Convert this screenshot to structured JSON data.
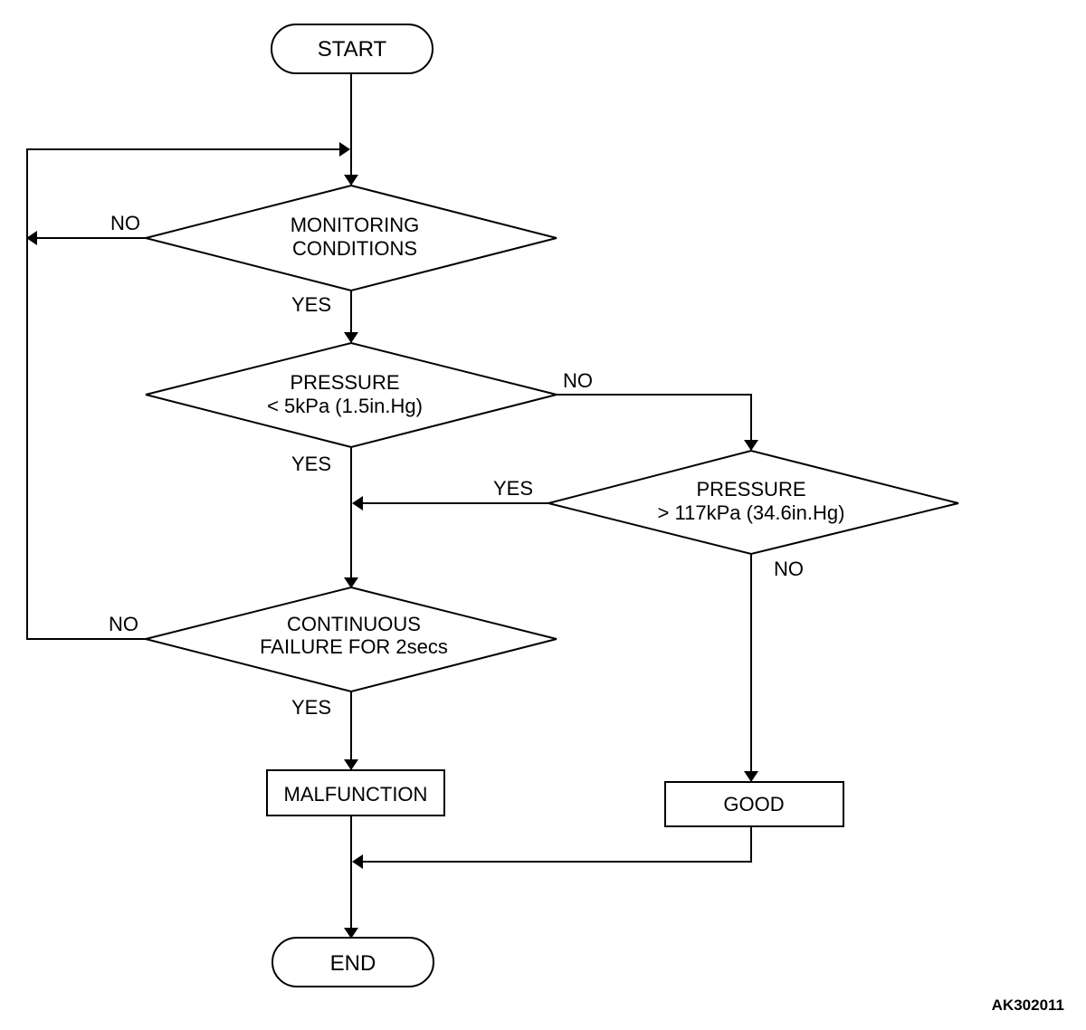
{
  "nodes": {
    "start": "START",
    "monitoring": [
      "MONITORING",
      "CONDITIONS"
    ],
    "pressure_low": [
      "PRESSURE",
      "< 5kPa (1.5in.Hg)"
    ],
    "pressure_high": [
      "PRESSURE",
      "> 117kPa (34.6in.Hg)"
    ],
    "continuous": [
      "CONTINUOUS",
      "FAILURE FOR 2secs"
    ],
    "malfunction": "MALFUNCTION",
    "good": "GOOD",
    "end": "END"
  },
  "labels": {
    "no_monitoring": "NO",
    "yes_monitoring": "YES",
    "no_pressure_low": "NO",
    "yes_pressure_low": "YES",
    "yes_pressure_high": "YES",
    "no_pressure_high": "NO",
    "no_continuous": "NO",
    "yes_continuous": "YES"
  },
  "figure_code": "AK302011"
}
